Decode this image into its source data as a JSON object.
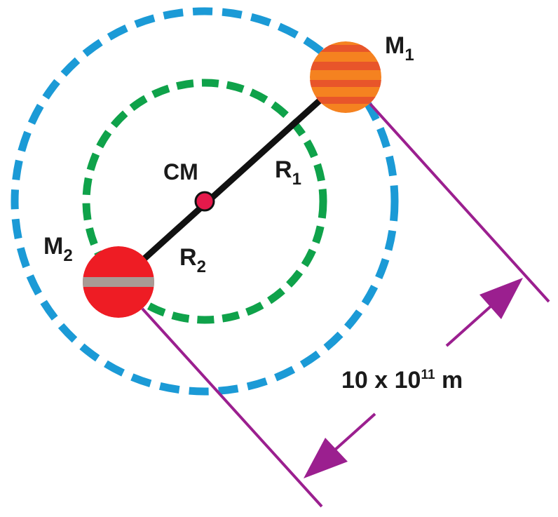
{
  "labels": {
    "m1": "M",
    "m1_sub": "1",
    "m2": "M",
    "m2_sub": "2",
    "cm": "CM",
    "r1": "R",
    "r1_sub": "1",
    "r2": "R",
    "r2_sub": "2",
    "distance_base": "10 x 10",
    "distance_exp": "11",
    "distance_unit": " m"
  },
  "colors": {
    "outer_orbit": "#1b9ad6",
    "inner_orbit": "#0fa24a",
    "connector": "#111111",
    "dimension_lines": "#9b1f8f",
    "m1_body": "#f58220",
    "m1_bands": "#e8552a",
    "m2_body": "#ee1c24",
    "m2_band": "#a89a94",
    "cm_point": "#e5194b"
  },
  "icons": {
    "m1": "orange-planet-icon",
    "m2": "red-planet-icon",
    "cm": "center-of-mass-dot-icon"
  }
}
